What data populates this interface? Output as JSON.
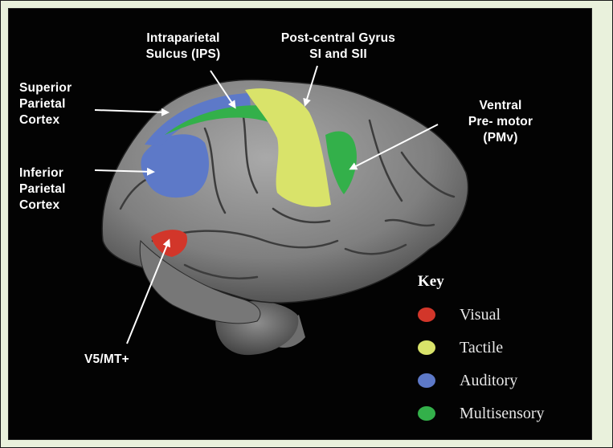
{
  "labels": {
    "intraparietal": "Intraparietal\nSulcus (IPS)",
    "postcentral": "Post-central Gyrus\nSI and SII",
    "superior_parietal": "Superior\nParietal\nCortex",
    "inferior_parietal": "Inferior\nParietal\nCortex",
    "ventral_premotor": "Ventral\nPre- motor\n(PMv)",
    "v5mt": "V5/MT+"
  },
  "key": {
    "title": "Key",
    "items": [
      {
        "label": "Visual",
        "color": "#d2362a"
      },
      {
        "label": "Tactile",
        "color": "#d9e36a"
      },
      {
        "label": "Auditory",
        "color": "#5d79c8"
      },
      {
        "label": "Multisensory",
        "color": "#33b04a"
      }
    ]
  },
  "colors": {
    "background": "#030303",
    "brain": "#8a8a8a",
    "frame": "#e9f1dc"
  }
}
